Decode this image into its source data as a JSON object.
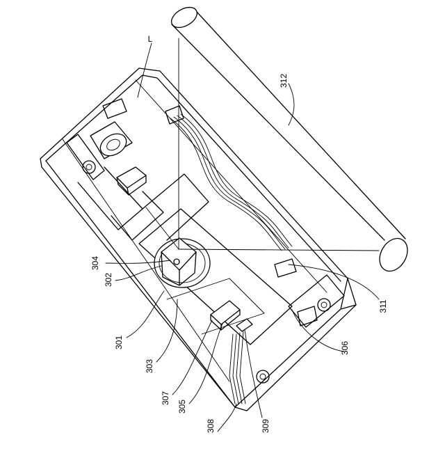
{
  "figure": {
    "labels": {
      "L": "L",
      "n301": "301",
      "n302": "302",
      "n303": "303",
      "n304": "304",
      "n305": "305",
      "n306": "306",
      "n307": "307",
      "n308": "308",
      "n309": "309",
      "n311": "311",
      "n312": "312"
    }
  }
}
